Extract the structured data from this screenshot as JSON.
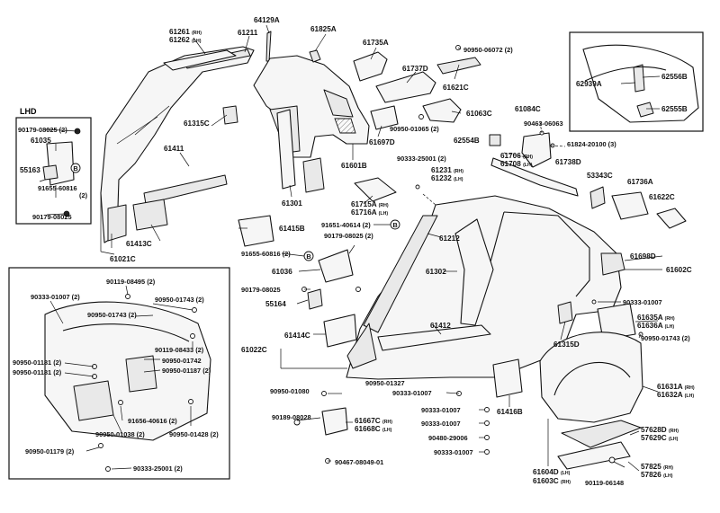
{
  "labels": {
    "p61261": "61261",
    "p61262": "61262",
    "rh": "(RH)",
    "lh": "(LH)",
    "p61211": "61211",
    "p64129a": "64129A",
    "p61825a": "61825A",
    "p61735a": "61735A",
    "p90950_06072": "90950-06072 (2)",
    "p61737d": "61737D",
    "p61621c": "61621C",
    "p62939a": "62939A",
    "p62556b": "62556B",
    "p62555b": "62555B",
    "lhd": "LHD",
    "p90179_08025_2": "90179-08025 (2)",
    "p61035": "61035",
    "p55163": "55163",
    "p91655_60816": "91655-60816",
    "n2": "(2)",
    "p90179_08025": "90179-08025",
    "p61411": "61411",
    "p61315c": "61315C",
    "p61063c": "61063C",
    "p90950_01065": "90950-01065 (2)",
    "p61697d": "61697D",
    "p61084c": "61084C",
    "p90463_06063": "90463-06063",
    "p61824_20100": "61824-20100 (3)",
    "p62554b": "62554B",
    "p90333_25001_2": "90333-25001 (2)",
    "p61601b": "61601B",
    "p61706": "61706",
    "p61708": "61708",
    "p61738d": "61738D",
    "p61231": "61231",
    "p61232": "61232",
    "p53343c": "53343C",
    "p61736a": "61736A",
    "p61622c": "61622C",
    "p61301": "61301",
    "p61715a": "61715A",
    "p61716a": "61716A",
    "p91651_40614": "91651-40614 (2)",
    "p90179_08025_2b": "90179-08025 (2)",
    "p61415b": "61415B",
    "p61413c": "61413C",
    "p61021c": "61021C",
    "p61212": "61212",
    "p91655_60816_2": "91655-60816 (2)",
    "p61036": "61036",
    "p90179_08025b": "90179-08025",
    "p55164": "55164",
    "p61302": "61302",
    "p61698d": "61698D",
    "p61602c": "61602C",
    "p90333_01007": "90333-01007",
    "p90119_08495": "90119-08495 (2)",
    "p90333_01007_2": "90333-01007 (2)",
    "p90950_01743_2": "90950-01743 (2)",
    "p90950_01743_2b": "90950-01743 (2)",
    "p90119_08433": "90119-08433 (2)",
    "p90950_01181": "90950-01181 (2)",
    "p90950_01742": "90950-01742",
    "p90950_01181b": "90950-01181 (2)",
    "p90950_01187": "90950-01187 (2)",
    "p91656_40616": "91656-40616 (2)",
    "p90950_01038": "90950-01038 (2)",
    "p90950_01428": "90950-01428 (2)",
    "p90950_01179": "90950-01179 (2)",
    "p90333_25001_2b": "90333-25001 (2)",
    "p61412": "61412",
    "p61414c": "61414C",
    "p61022c": "61022C",
    "p61315d": "61315D",
    "p61635a": "61635A",
    "p61636a": "61636A",
    "p90950_01743_r": "90950-01743 (2)",
    "p90950_01080": "90950-01080",
    "p90950_01327": "90950-01327",
    "p90333_01007b": "90333-01007",
    "p90333_01007c": "90333-01007",
    "p61416b": "61416B",
    "p90189_08028": "90189-08028",
    "p61667c": "61667C",
    "p61668c": "61668C",
    "p90333_01007d": "90333-01007",
    "p90480_29006": "90480-29006",
    "p90333_01007e": "90333-01007",
    "p90467_08049": "90467-08049-01",
    "p61631a": "61631A",
    "p61632a": "61632A",
    "p57628d": "57628D",
    "p57629c": "57629C",
    "p57825": "57825",
    "p57826": "57826",
    "p61604d": "61604D",
    "p61603c": "61603C",
    "p90119_06148": "90119-06148"
  },
  "callout_letter": "B"
}
